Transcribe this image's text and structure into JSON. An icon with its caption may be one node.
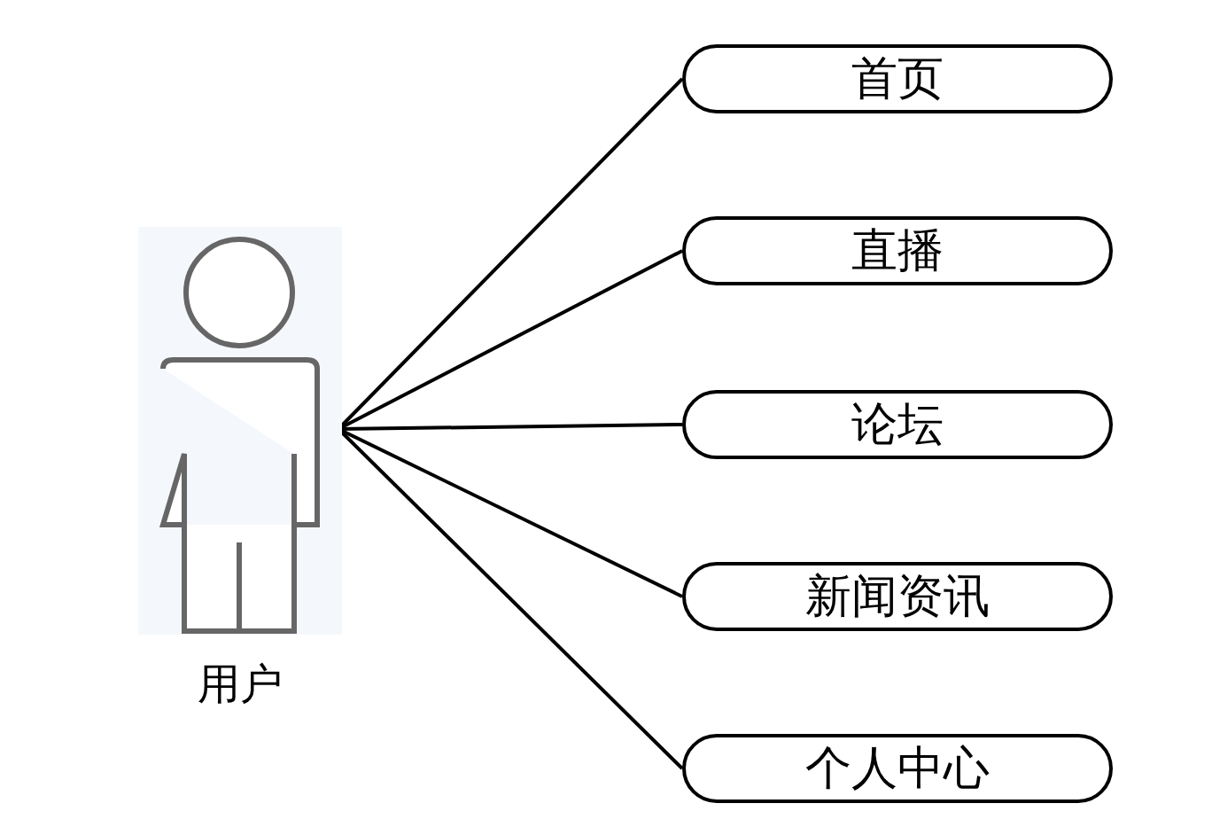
{
  "diagram": {
    "nodes": [
      {
        "text": [
          "用户"
        ]
      },
      {
        "text": [
          "首页"
        ]
      },
      {
        "text": [
          "直播"
        ]
      },
      {
        "text": [
          "论坛"
        ]
      },
      {
        "text": [
          "新闻资讯"
        ]
      },
      {
        "text": [
          "个人中心"
        ]
      }
    ],
    "edges": [
      {
        "from": 0,
        "to": 1,
        "arrow": "none"
      },
      {
        "from": 0,
        "to": 2,
        "arrow": "none"
      },
      {
        "from": 0,
        "to": 3,
        "arrow": "none"
      },
      {
        "from": 0,
        "to": 4,
        "arrow": "none"
      },
      {
        "from": 0,
        "to": 5,
        "arrow": "none"
      }
    ]
  }
}
